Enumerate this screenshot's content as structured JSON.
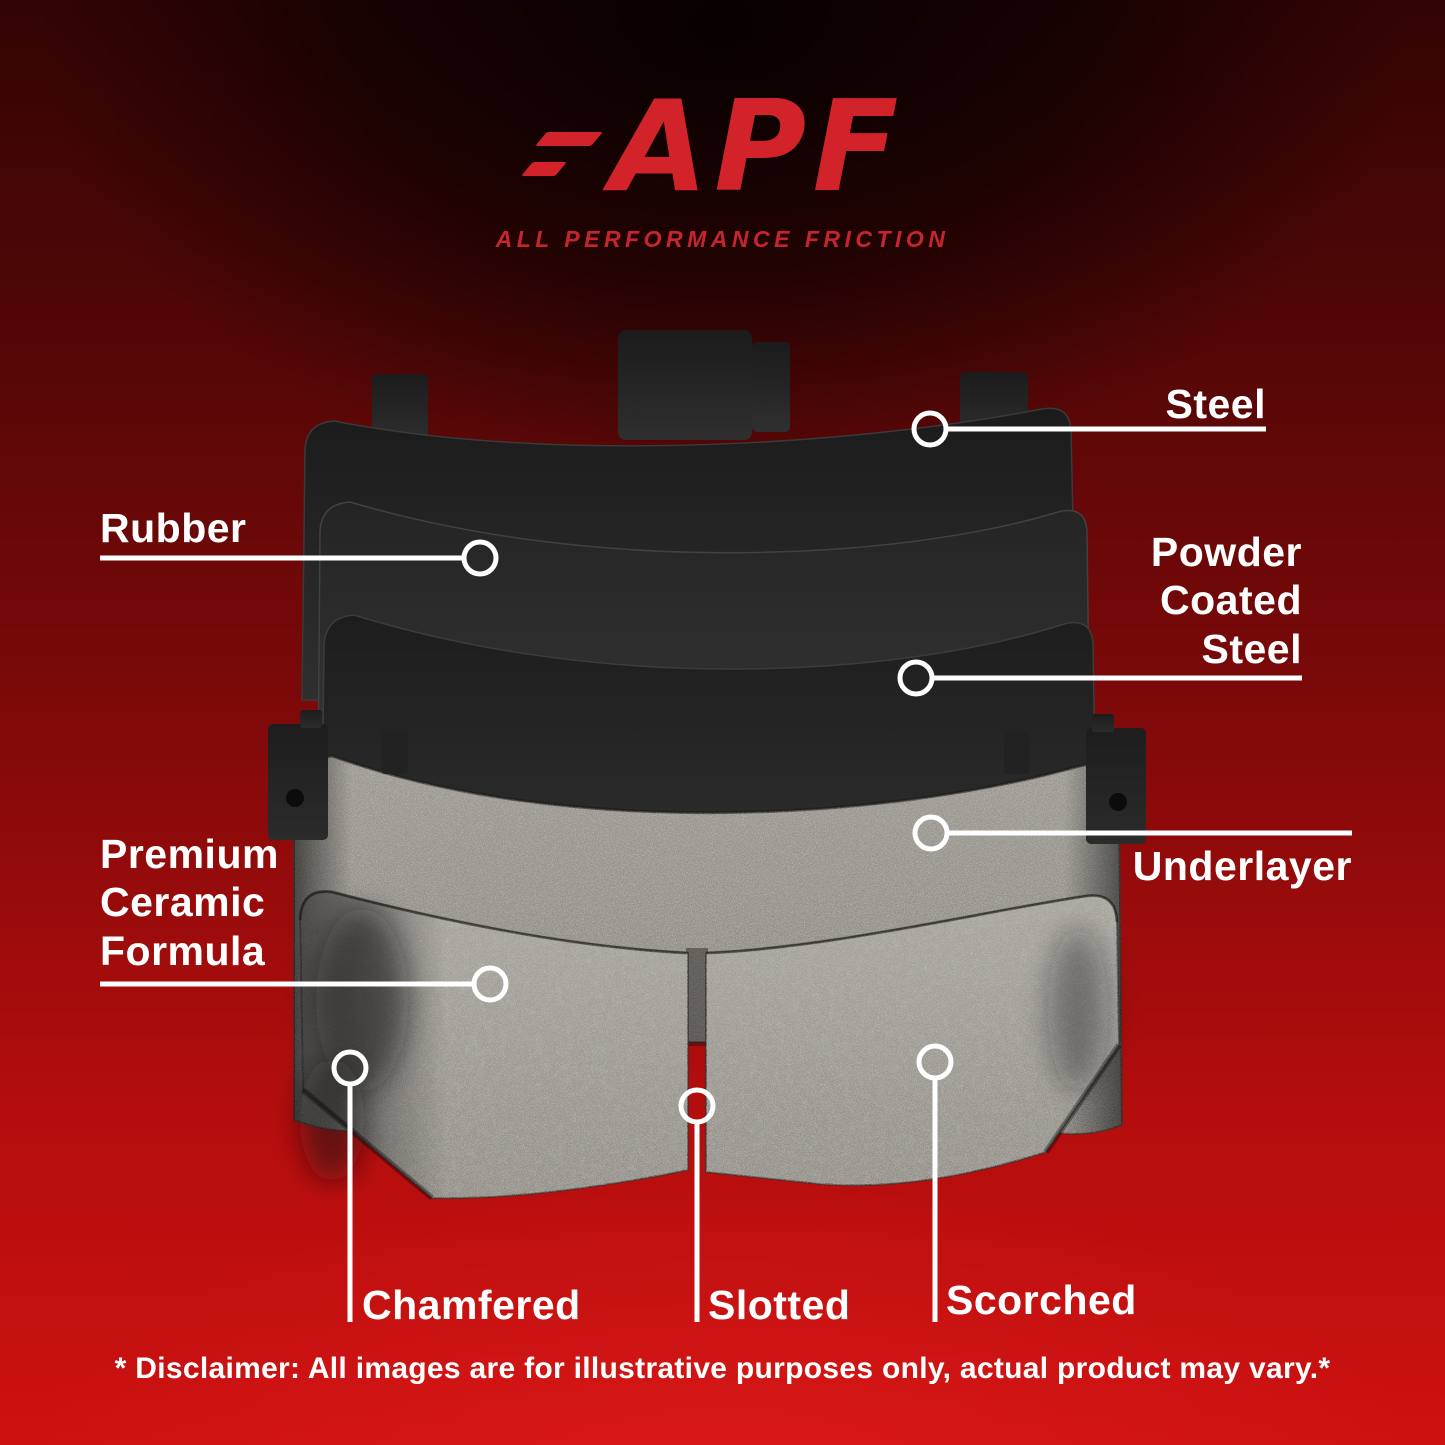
{
  "logo": {
    "text": "APF",
    "tagline": "ALL PERFORMANCE FRICTION"
  },
  "callouts": {
    "steel": {
      "label": "Steel"
    },
    "rubber": {
      "label": "Rubber"
    },
    "powder_coated_steel": {
      "label": "Powder\nCoated\nSteel"
    },
    "underlayer": {
      "label": "Underlayer"
    },
    "premium_ceramic_formula": {
      "label": "Premium\nCeramic\nFormula"
    },
    "chamfered": {
      "label": "Chamfered"
    },
    "slotted": {
      "label": "Slotted"
    },
    "scorched": {
      "label": "Scorched"
    }
  },
  "disclaimer": "* Disclaimer: All images are for illustrative purposes only, actual product may vary.*",
  "colors": {
    "accent_red": "#d2232a",
    "background_red": "#c41111",
    "pad_gray": "#9d9991",
    "plate_dark": "#232323",
    "callout_white": "#ffffff"
  }
}
